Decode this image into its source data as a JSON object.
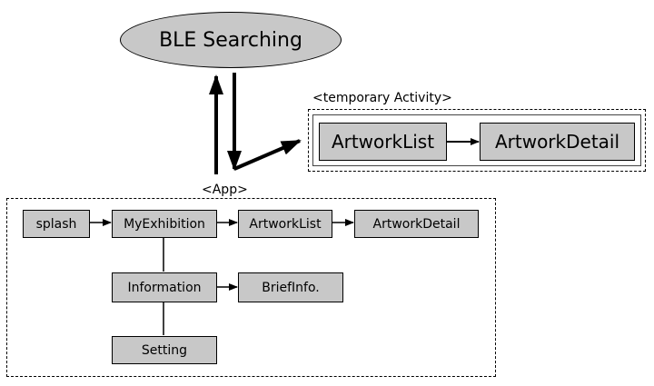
{
  "ble": {
    "label": "BLE Searching"
  },
  "temporary": {
    "label": "<temporary Activity>",
    "nodes": {
      "artwork_list": "ArtworkList",
      "artwork_detail": "ArtworkDetail"
    }
  },
  "app": {
    "label": "<App>",
    "nodes": {
      "splash": "splash",
      "my_exhibition": "MyExhibition",
      "artwork_list": "ArtworkList",
      "artwork_detail": "ArtworkDetail",
      "information": "Information",
      "brief_info": "BriefInfo.",
      "setting": "Setting"
    }
  },
  "colors": {
    "node_fill": "#c8c8c8",
    "stroke": "#000000"
  }
}
